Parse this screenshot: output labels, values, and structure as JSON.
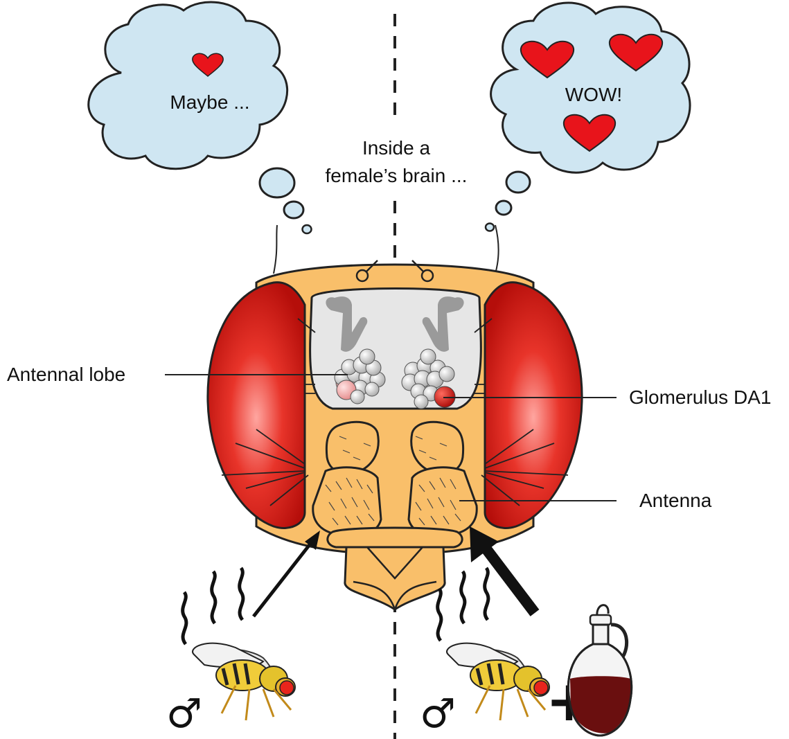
{
  "left_thought": {
    "text": "Maybe ..."
  },
  "right_thought": {
    "text": "WOW!"
  },
  "center_caption": {
    "line1": "Inside a",
    "line2": "female’s brain ..."
  },
  "labels": {
    "antennal_lobe": "Antennal lobe",
    "glomerulus": "Glomerulus DA1",
    "antenna": "Antenna"
  },
  "symbols": {
    "male": "♂",
    "plus": "+"
  },
  "colors": {
    "cloud_fill": "#cfe6f2",
    "heart": "#e8141b",
    "head": "#f9bf6a",
    "eye": "#c8140f",
    "eye_highlight": "#ff8a86",
    "brain": "#e6e6e6",
    "glomerulus_faint": "#f4a6a6",
    "glomerulus_active": "#d4100c",
    "bottle_liquid": "#6a0f0f"
  }
}
